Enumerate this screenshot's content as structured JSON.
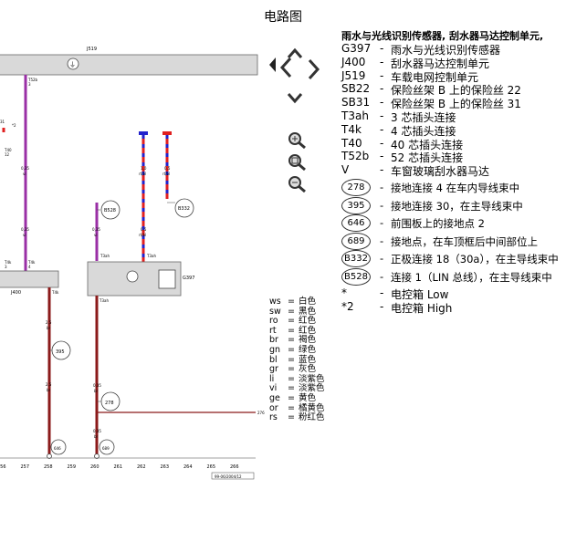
{
  "header": {
    "title": "电路图"
  },
  "legend": {
    "heading": "雨水与光线识别传感器, 刮水器马达控制单元,",
    "items": [
      {
        "code": "G397",
        "desc": "雨水与光线识别传感器"
      },
      {
        "code": "J400",
        "desc": "刮水器马达控制单元"
      },
      {
        "code": "J519",
        "desc": "车载电网控制单元"
      },
      {
        "code": "SB22",
        "desc": "保险丝架 B 上的保险丝 22"
      },
      {
        "code": "SB31",
        "desc": "保险丝架 B 上的保险丝 31"
      },
      {
        "code": "T3ah",
        "desc": "3 芯插头连接"
      },
      {
        "code": "T4k",
        "desc": "4 芯插头连接"
      },
      {
        "code": "T40",
        "desc": "40 芯插头连接"
      },
      {
        "code": "T52b",
        "desc": "52 芯插头连接"
      },
      {
        "code": "V",
        "desc": "车窗玻璃刮水器马达"
      }
    ],
    "grounds": [
      {
        "code": "278",
        "desc": "接地连接 4 在车内导线束中"
      },
      {
        "code": "395",
        "desc": "接地连接 30，在主导线束中"
      },
      {
        "code": "646",
        "desc": "前围板上的接地点 2"
      },
      {
        "code": "689",
        "desc": "接地点，在车顶框后中间部位上"
      },
      {
        "code": "B332",
        "desc": "正极连接 18（30a），在主导线束中"
      },
      {
        "code": "B528",
        "desc": "连接 1（LIN 总线），在主导线束中"
      }
    ],
    "notes": [
      {
        "code": "*",
        "desc": "电控箱 Low"
      },
      {
        "code": "*2",
        "desc": "电控箱 High"
      }
    ],
    "dash": "-"
  },
  "wire_colors": [
    {
      "abbr": "ws",
      "name": "白色"
    },
    {
      "abbr": "sw",
      "name": "黑色"
    },
    {
      "abbr": "ro",
      "name": "红色"
    },
    {
      "abbr": "rt",
      "name": "红色"
    },
    {
      "abbr": "br",
      "name": "褐色"
    },
    {
      "abbr": "gn",
      "name": "绿色"
    },
    {
      "abbr": "bl",
      "name": "蓝色"
    },
    {
      "abbr": "gr",
      "name": "灰色"
    },
    {
      "abbr": "li",
      "name": "淡紫色"
    },
    {
      "abbr": "vi",
      "name": "淡紫色"
    },
    {
      "abbr": "ge",
      "name": "黄色"
    },
    {
      "abbr": "or",
      "name": "橘黄色"
    },
    {
      "abbr": "rs",
      "name": "粉红色"
    }
  ],
  "diagram": {
    "j519_label": "J519",
    "j400_label": "J400",
    "g397_label": "G397",
    "t52b": "T52b",
    "t52b_pin": "3",
    "t40": "T40",
    "t40_pin": "12",
    "t3ah": "T3ah",
    "t4k": "T4k",
    "t4k_pin": "3",
    "t4k_pin2": "4",
    "sb31": "31",
    "sb_star": "*2",
    "wire_035": "0,35",
    "wire_05": "0,5",
    "wire_10": "1,0",
    "wire_25": "2,5",
    "c_vi": "vi",
    "c_br": "br",
    "c_rs": "rs",
    "c_ws": "ws",
    "c_rtbl": "rt/bl",
    "c_rtws": "rt/ws",
    "c_rtbl2": "rt/bl",
    "b528": "B528",
    "b332": "B332",
    "g395": "395",
    "g278": "278",
    "g646": "646",
    "g689": "689",
    "ref_276": "276",
    "page_ref": "99-06/2004/12",
    "columns": [
      "256",
      "257",
      "258",
      "259",
      "260",
      "261",
      "262",
      "263",
      "264",
      "265",
      "266"
    ]
  },
  "accent": {
    "purple": "#9a2fa6",
    "brown": "#8b1a1a",
    "red": "#e02020",
    "blue": "#2222cc",
    "box": "#d9d9d9"
  }
}
